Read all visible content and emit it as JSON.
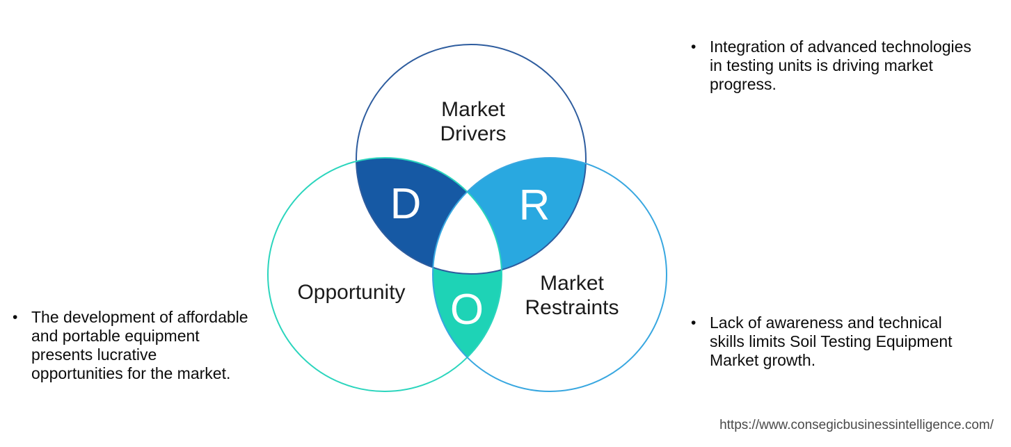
{
  "venn": {
    "drivers": {
      "label_line1": "Market",
      "label_line2": "Drivers",
      "letter": "D",
      "stroke_color": "#2d5c9e",
      "overlap_fill": "#1659a4"
    },
    "opportunity": {
      "label": "Opportunity",
      "letter": "O",
      "stroke_color": "#2bd5bd",
      "overlap_fill": "#1ed3b6"
    },
    "restraints": {
      "label_line1": "Market",
      "label_line2": "Restraints",
      "letter": "R",
      "stroke_color": "#38a7e0",
      "overlap_fill": "#29a8e0"
    }
  },
  "bullets": {
    "drivers": {
      "marker": "•",
      "lines": [
        "Integration of advanced technologies",
        "in testing units is driving market",
        "progress."
      ]
    },
    "opportunity": {
      "marker": "•",
      "lines": [
        "The development of affordable",
        "and portable equipment",
        "presents lucrative",
        "opportunities for the market."
      ]
    },
    "restraints": {
      "marker": "•",
      "lines": [
        "Lack of awareness and technical",
        "skills limits Soil Testing Equipment",
        "Market growth."
      ]
    }
  },
  "footer": {
    "url": "https://www.consegicbusinessintelligence.com/"
  }
}
